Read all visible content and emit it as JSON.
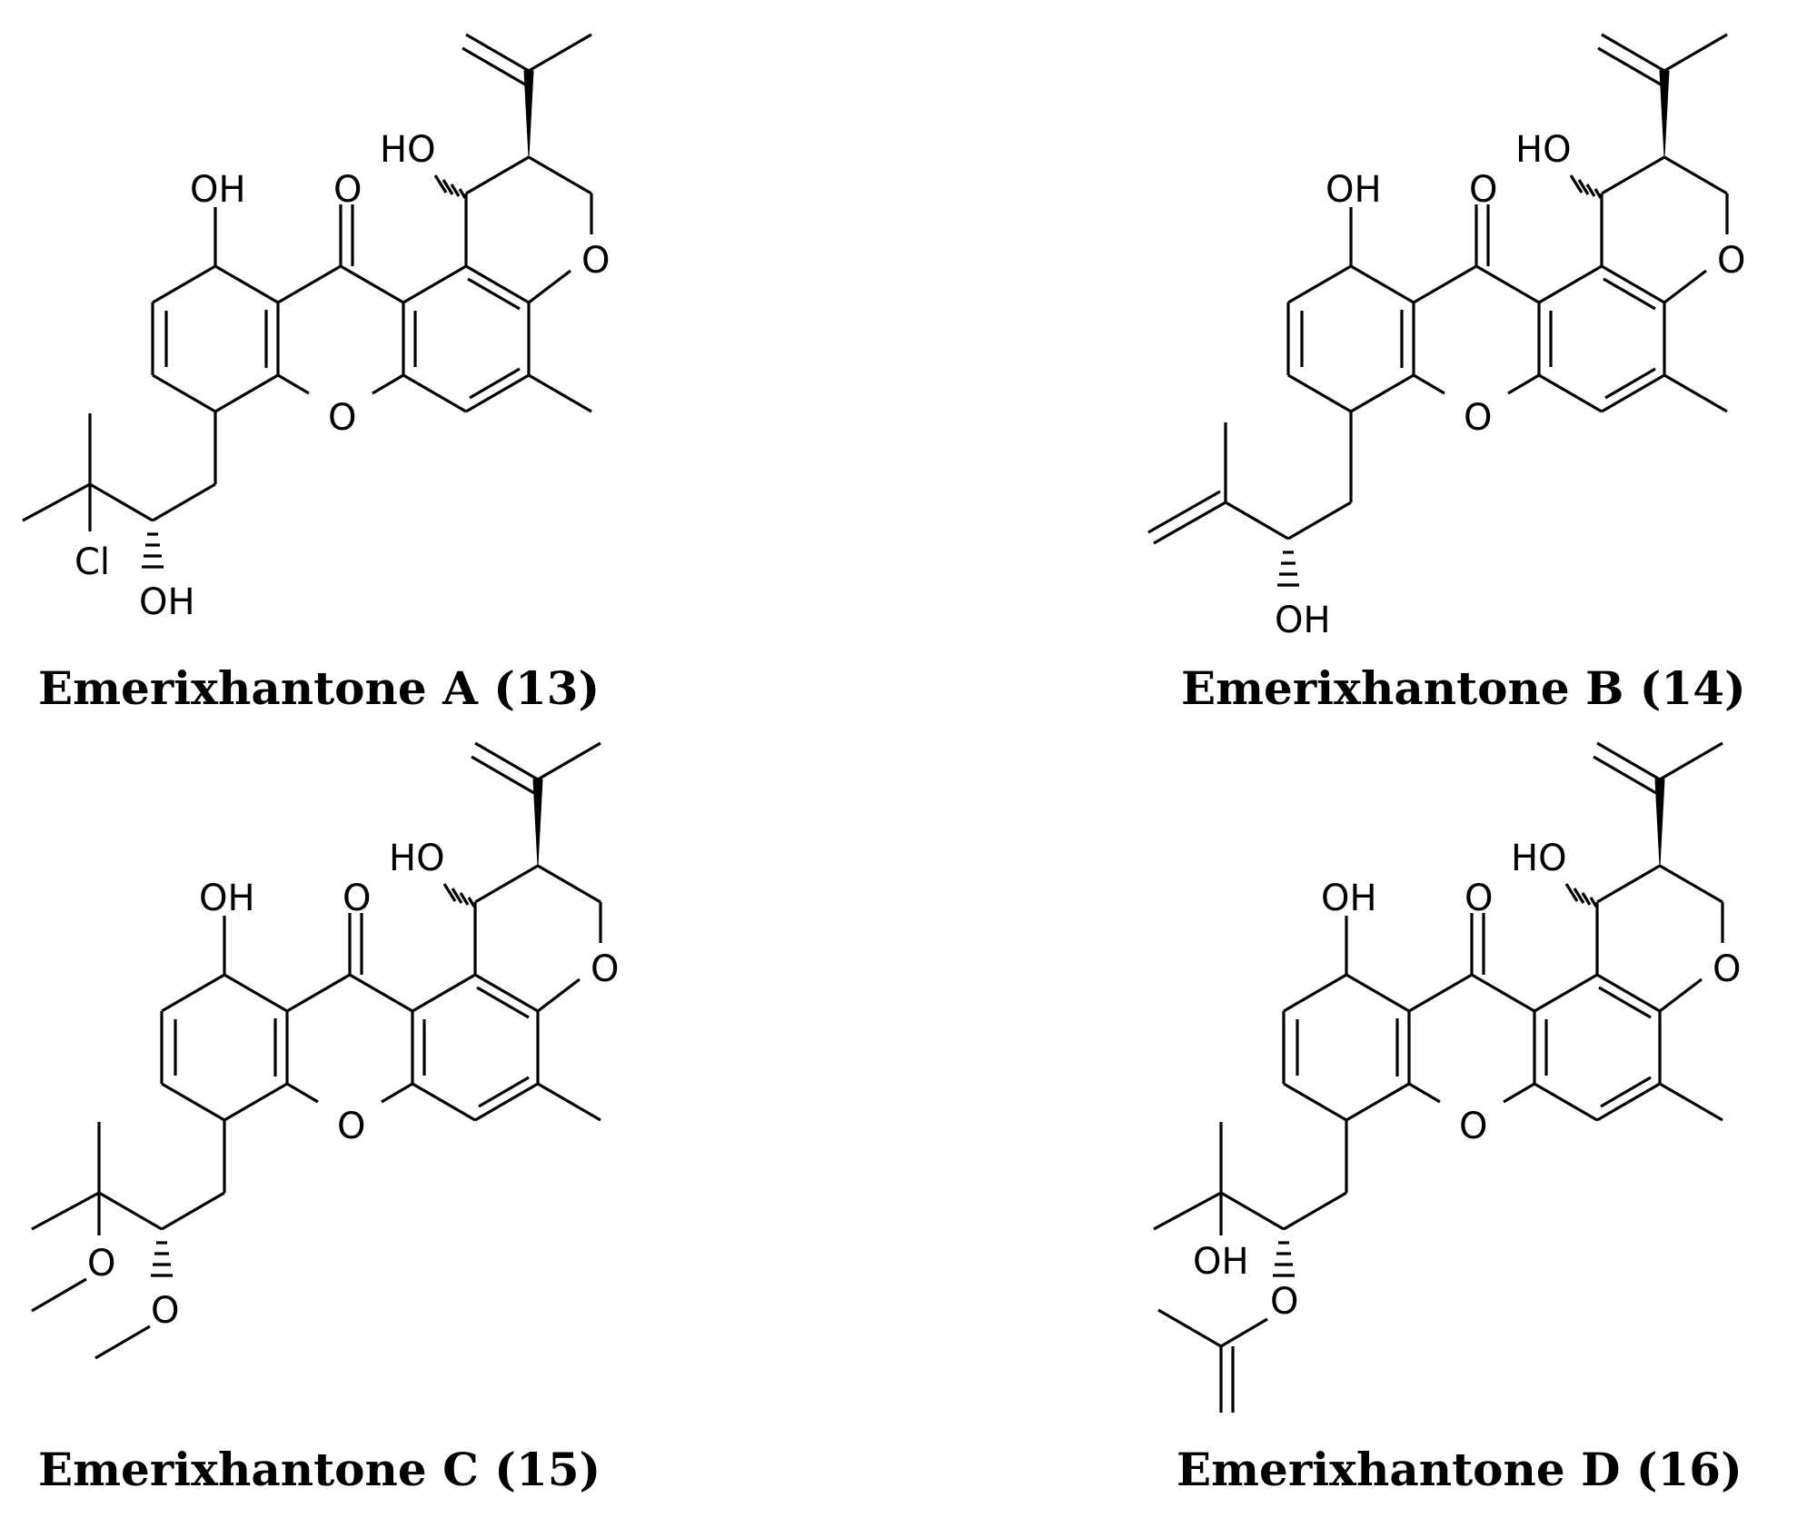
{
  "compounds": [
    {
      "id": "a",
      "name": "Emerixhantone A (13)",
      "labels": {
        "oh_phenol": "OH",
        "carbonyl_o": "O",
        "ho_ring": "HO",
        "ring_o": "O",
        "xanthone_o": "O",
        "cl": "Cl",
        "oh_side": "OH"
      }
    },
    {
      "id": "b",
      "name": "Emerixhantone B (14)",
      "labels": {
        "oh_phenol": "OH",
        "carbonyl_o": "O",
        "ho_ring": "HO",
        "ring_o": "O",
        "xanthone_o": "O",
        "oh_side": "OH"
      }
    },
    {
      "id": "c",
      "name": "Emerixhantone C (15)",
      "labels": {
        "oh_phenol": "OH",
        "carbonyl_o": "O",
        "ho_ring": "HO",
        "ring_o": "O",
        "xanthone_o": "O",
        "o_methoxy_1": "O",
        "o_methoxy_2": "O"
      }
    },
    {
      "id": "d",
      "name": "Emerixhantone D (16)",
      "labels": {
        "oh_phenol": "OH",
        "carbonyl_o": "O",
        "ho_ring": "HO",
        "ring_o": "O",
        "xanthone_o": "O",
        "oh_tertiary": "OH",
        "o_ester": "O"
      }
    }
  ]
}
